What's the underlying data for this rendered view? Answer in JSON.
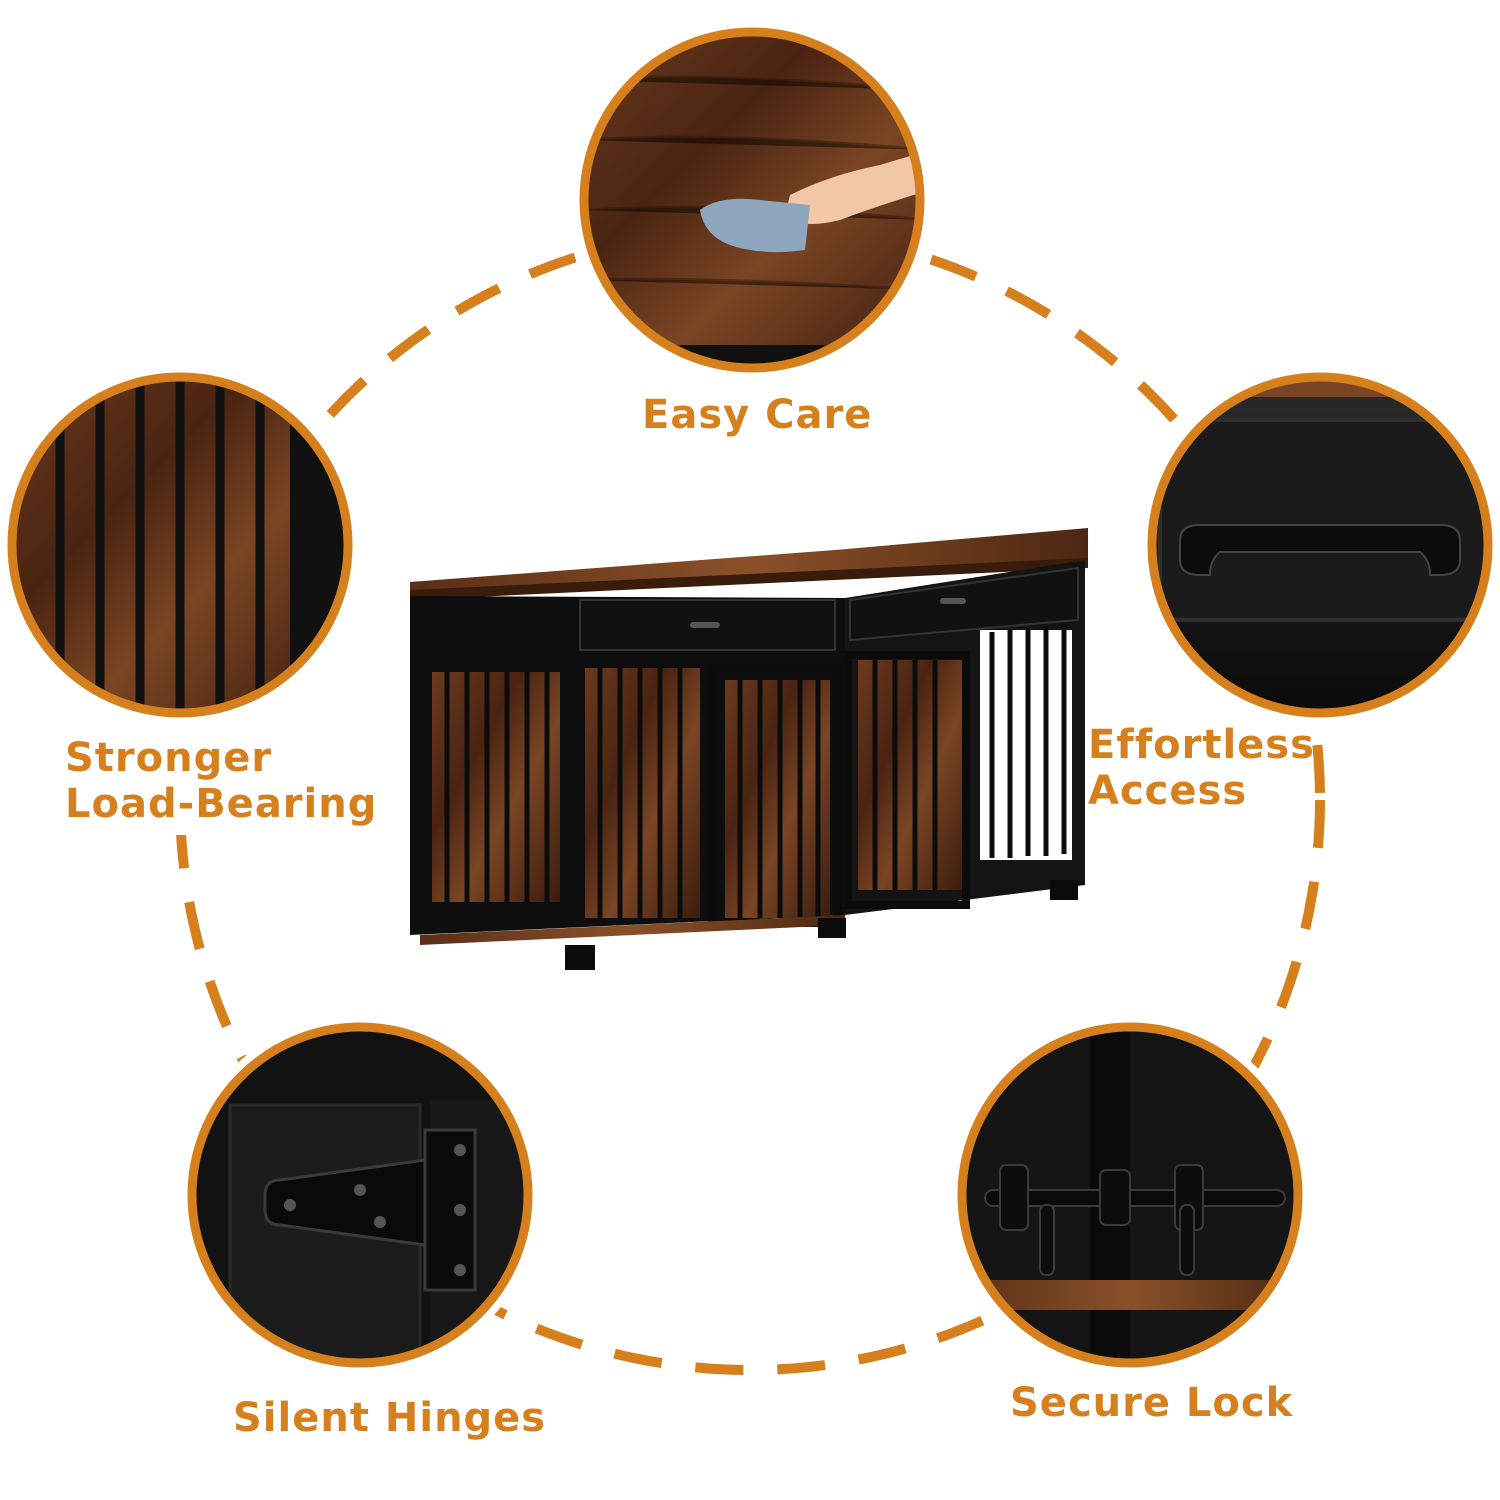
{
  "accent_color": "#D6801D",
  "features": [
    {
      "label": "Easy Care",
      "image": "wood-top-wiping-icon"
    },
    {
      "label": "Effortless Access",
      "lines": [
        "Effortless",
        "Access"
      ],
      "image": "drawer-handle-icon"
    },
    {
      "label": "Secure Lock",
      "image": "door-latch-icon"
    },
    {
      "label": "Silent Hinges",
      "image": "hinge-icon"
    },
    {
      "label": "Stronger Load-Bearing",
      "lines": [
        "Stronger",
        "Load-Bearing"
      ],
      "image": "metal-bars-icon"
    }
  ],
  "product": {
    "image": "double-dog-crate-furniture-icon"
  }
}
